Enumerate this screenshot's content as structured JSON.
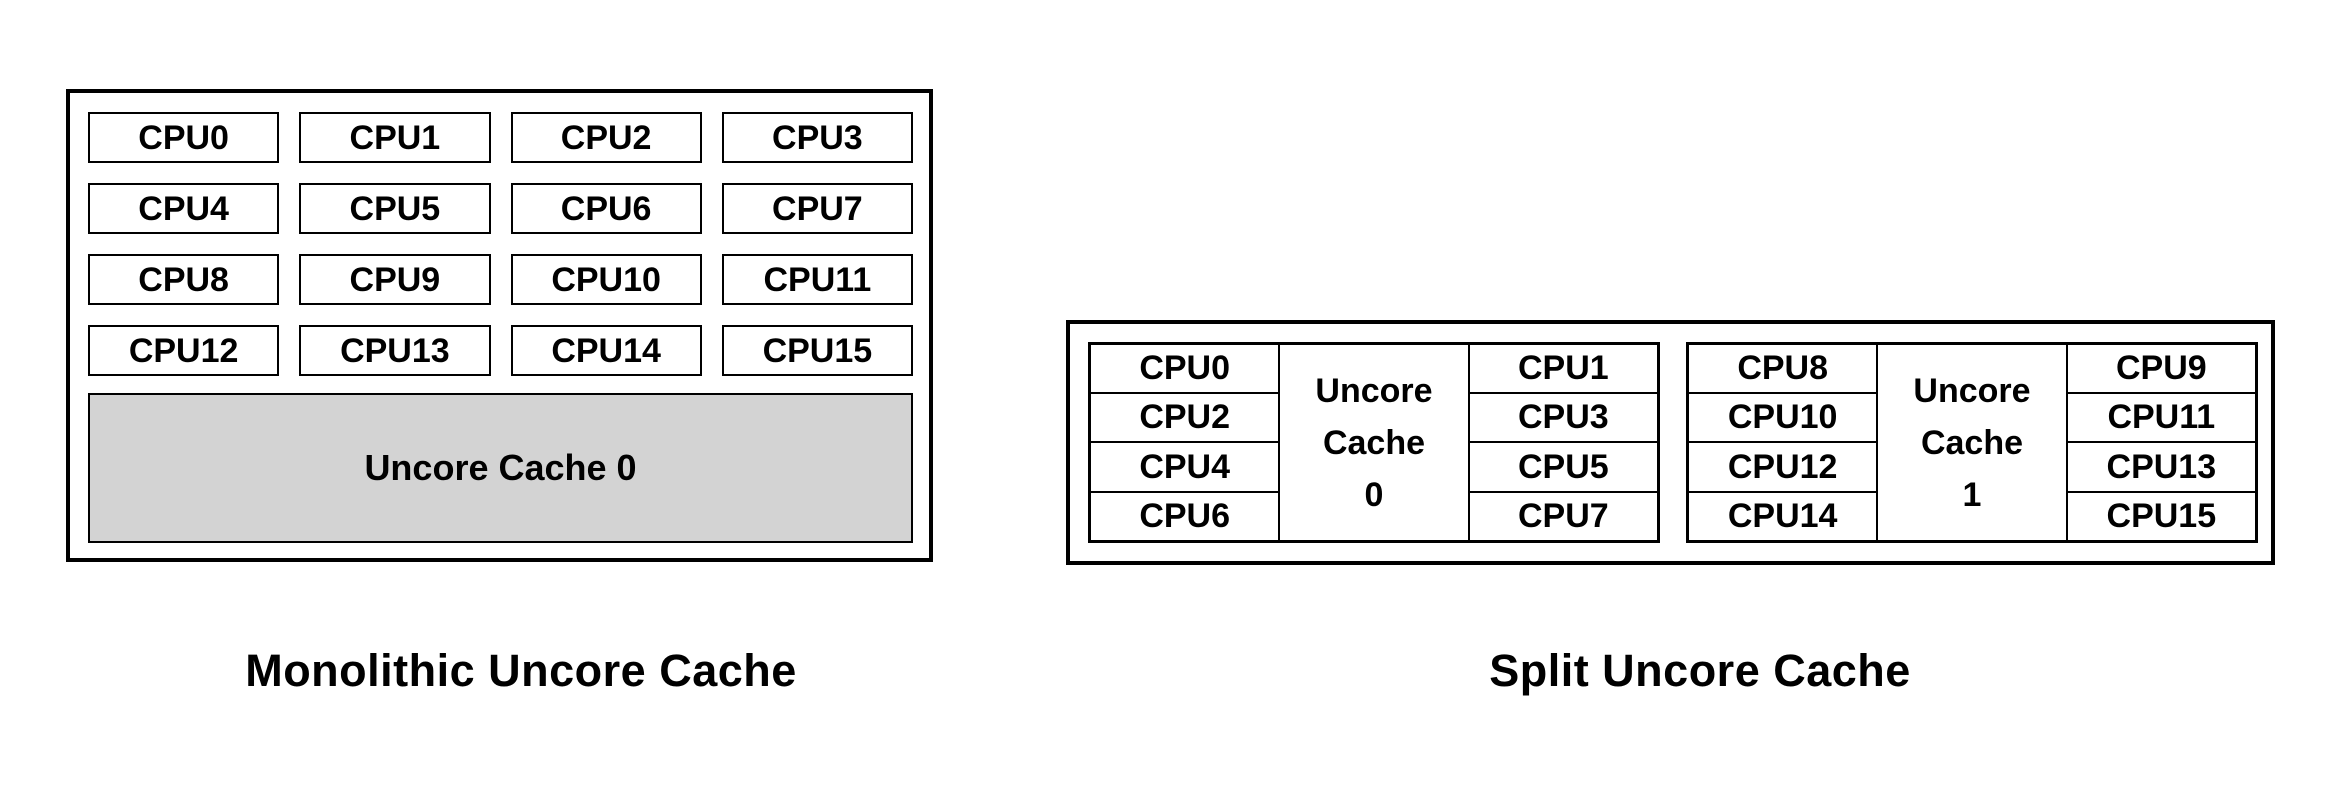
{
  "monolithic": {
    "caption": "Monolithic Uncore Cache",
    "cpus": [
      "CPU0",
      "CPU1",
      "CPU2",
      "CPU3",
      "CPU4",
      "CPU5",
      "CPU6",
      "CPU7",
      "CPU8",
      "CPU9",
      "CPU10",
      "CPU11",
      "CPU12",
      "CPU13",
      "CPU14",
      "CPU15"
    ],
    "cache_label": "Uncore Cache 0"
  },
  "split": {
    "caption": "Split Uncore Cache",
    "groups": [
      {
        "left_cpus": [
          "CPU0",
          "CPU2",
          "CPU4",
          "CPU6"
        ],
        "cache_lines": [
          "Uncore",
          "Cache",
          "0"
        ],
        "right_cpus": [
          "CPU1",
          "CPU3",
          "CPU5",
          "CPU7"
        ]
      },
      {
        "left_cpus": [
          "CPU8",
          "CPU10",
          "CPU12",
          "CPU14"
        ],
        "cache_lines": [
          "Uncore",
          "Cache",
          "1"
        ],
        "right_cpus": [
          "CPU9",
          "CPU11",
          "CPU13",
          "CPU15"
        ]
      }
    ]
  },
  "colors": {
    "background": "#ffffff",
    "border": "#000000",
    "text": "#000000",
    "cache_fill": "#d3d3d3"
  }
}
